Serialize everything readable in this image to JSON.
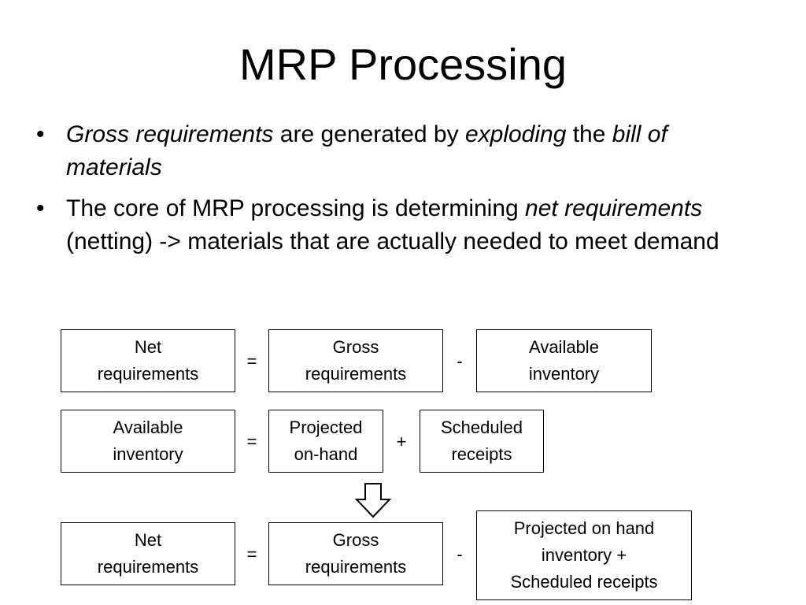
{
  "slide": {
    "title": "MRP Processing",
    "bullets": [
      {
        "segments": [
          {
            "text": "Gross requirements",
            "italic": true
          },
          {
            "text": " are generated by ",
            "italic": false
          },
          {
            "text": "exploding",
            "italic": true
          },
          {
            "text": " the ",
            "italic": false
          },
          {
            "text": "bill of materials",
            "italic": true
          }
        ]
      },
      {
        "segments": [
          {
            "text": "The core of MRP processing is determining ",
            "italic": false
          },
          {
            "text": "net requirements",
            "italic": true
          },
          {
            "text": " (netting) -> materials that are actually needed to meet demand",
            "italic": false
          }
        ]
      }
    ]
  },
  "equations": {
    "eq1": {
      "box1": [
        "Net",
        "requirements"
      ],
      "op1": "=",
      "box2": [
        "Gross",
        "requirements"
      ],
      "op2": "-",
      "box3": [
        "Available",
        "inventory"
      ]
    },
    "eq2": {
      "box1": [
        "Available",
        "inventory"
      ],
      "op1": "=",
      "box2": [
        "Projected",
        "on-hand"
      ],
      "op2": "+",
      "box3": [
        "Scheduled",
        "receipts"
      ]
    },
    "arrow_icon": "down-arrow-icon",
    "eq3": {
      "box1": [
        "Net",
        "requirements"
      ],
      "op1": "=",
      "box2": [
        "Gross",
        "requirements"
      ],
      "op2": "-",
      "box3": [
        "Projected on hand",
        "inventory +",
        "Scheduled receipts"
      ]
    }
  }
}
